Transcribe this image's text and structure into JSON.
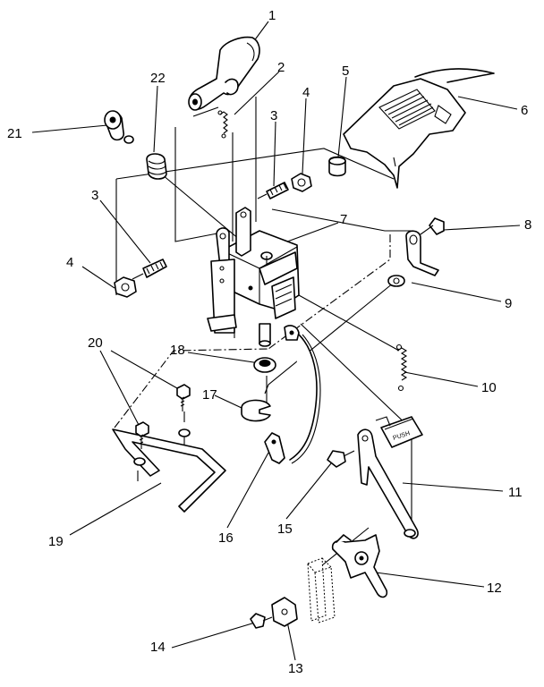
{
  "callouts": [
    {
      "id": "c1",
      "text": "1"
    },
    {
      "id": "c2",
      "text": "2"
    },
    {
      "id": "c3a",
      "text": "3"
    },
    {
      "id": "c3b",
      "text": "3"
    },
    {
      "id": "c4a",
      "text": "4"
    },
    {
      "id": "c4b",
      "text": "4"
    },
    {
      "id": "c5",
      "text": "5"
    },
    {
      "id": "c6",
      "text": "6"
    },
    {
      "id": "c7",
      "text": "7"
    },
    {
      "id": "c8",
      "text": "8"
    },
    {
      "id": "c9",
      "text": "9"
    },
    {
      "id": "c10",
      "text": "10"
    },
    {
      "id": "c11",
      "text": "11"
    },
    {
      "id": "c12",
      "text": "12"
    },
    {
      "id": "c13",
      "text": "13"
    },
    {
      "id": "c14",
      "text": "14"
    },
    {
      "id": "c15",
      "text": "15"
    },
    {
      "id": "c16",
      "text": "16"
    },
    {
      "id": "c17",
      "text": "17"
    },
    {
      "id": "c18",
      "text": "18"
    },
    {
      "id": "c19",
      "text": "19"
    },
    {
      "id": "c20",
      "text": "20"
    },
    {
      "id": "c21",
      "text": "21"
    },
    {
      "id": "c22",
      "text": "22"
    }
  ],
  "lever_plate_text": "PUSH"
}
